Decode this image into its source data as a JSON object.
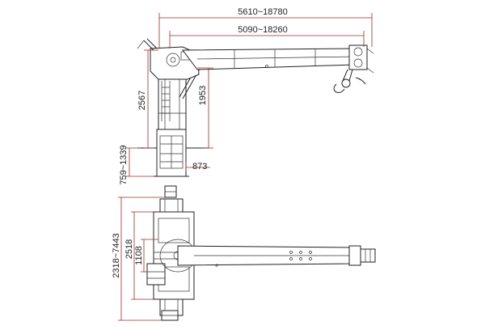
{
  "dimensions": {
    "outer_reach": "5610~18780",
    "inner_reach": "5090~18260",
    "total_height": "2567",
    "boom_pivot_height": "1953",
    "base_offset": "873",
    "leg_height_range": "759~1339",
    "outrigger_span": "2318~7443",
    "base_width_outer": "2518",
    "base_width_inner": "1108"
  },
  "colors": {
    "line": "#222222",
    "dimension_line": "#9a2a2a",
    "background": "#ffffff"
  }
}
